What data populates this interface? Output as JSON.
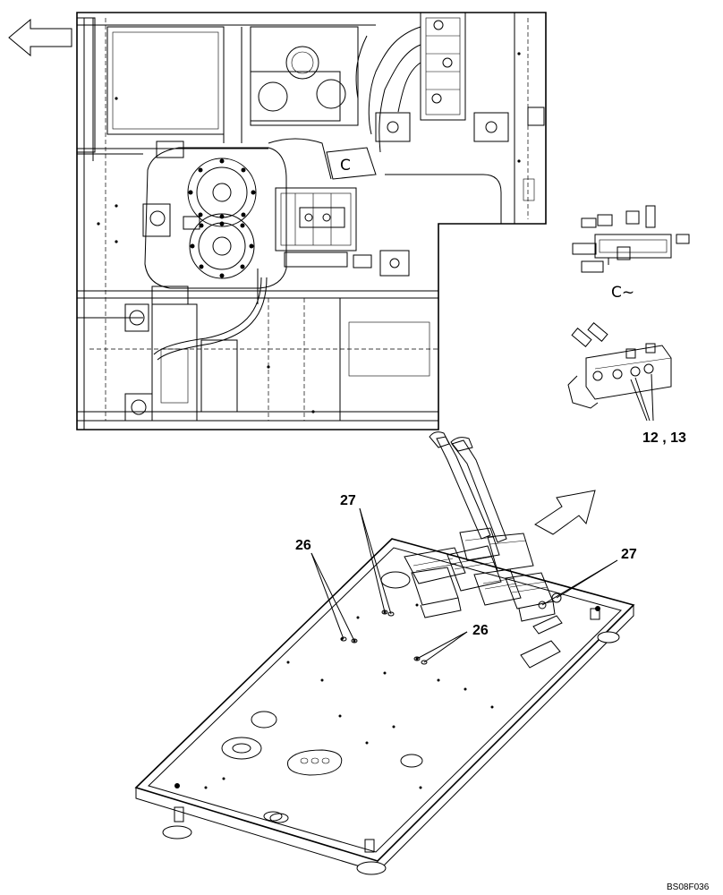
{
  "callouts": {
    "ref_26_upper": "26",
    "ref_26_lower": "26",
    "ref_27_upper": "27",
    "ref_27_right": "27",
    "ref_12_13": "12 , 13"
  },
  "detail_label": "C~",
  "view_marker": "C",
  "drawing_code": "BS08F036",
  "icons": {
    "direction_left": "hollow-arrow-left",
    "direction_right": "hollow-arrow-up-right"
  }
}
